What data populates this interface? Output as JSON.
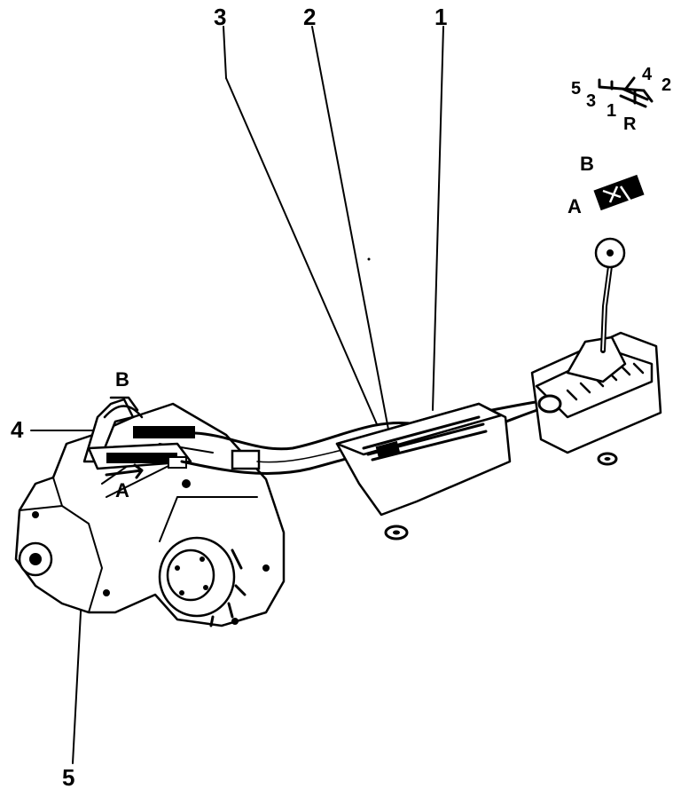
{
  "callouts": {
    "c1": "1",
    "c2": "2",
    "c3": "3",
    "c4": "4",
    "c5": "5"
  },
  "transmission": {
    "label_a": "A",
    "label_b": "B"
  },
  "shift_pattern": {
    "g5": "5",
    "g3": "3",
    "g1": "1",
    "g4": "4",
    "g2": "2",
    "gR": "R"
  },
  "detail": {
    "label_a": "A",
    "label_b": "B"
  }
}
